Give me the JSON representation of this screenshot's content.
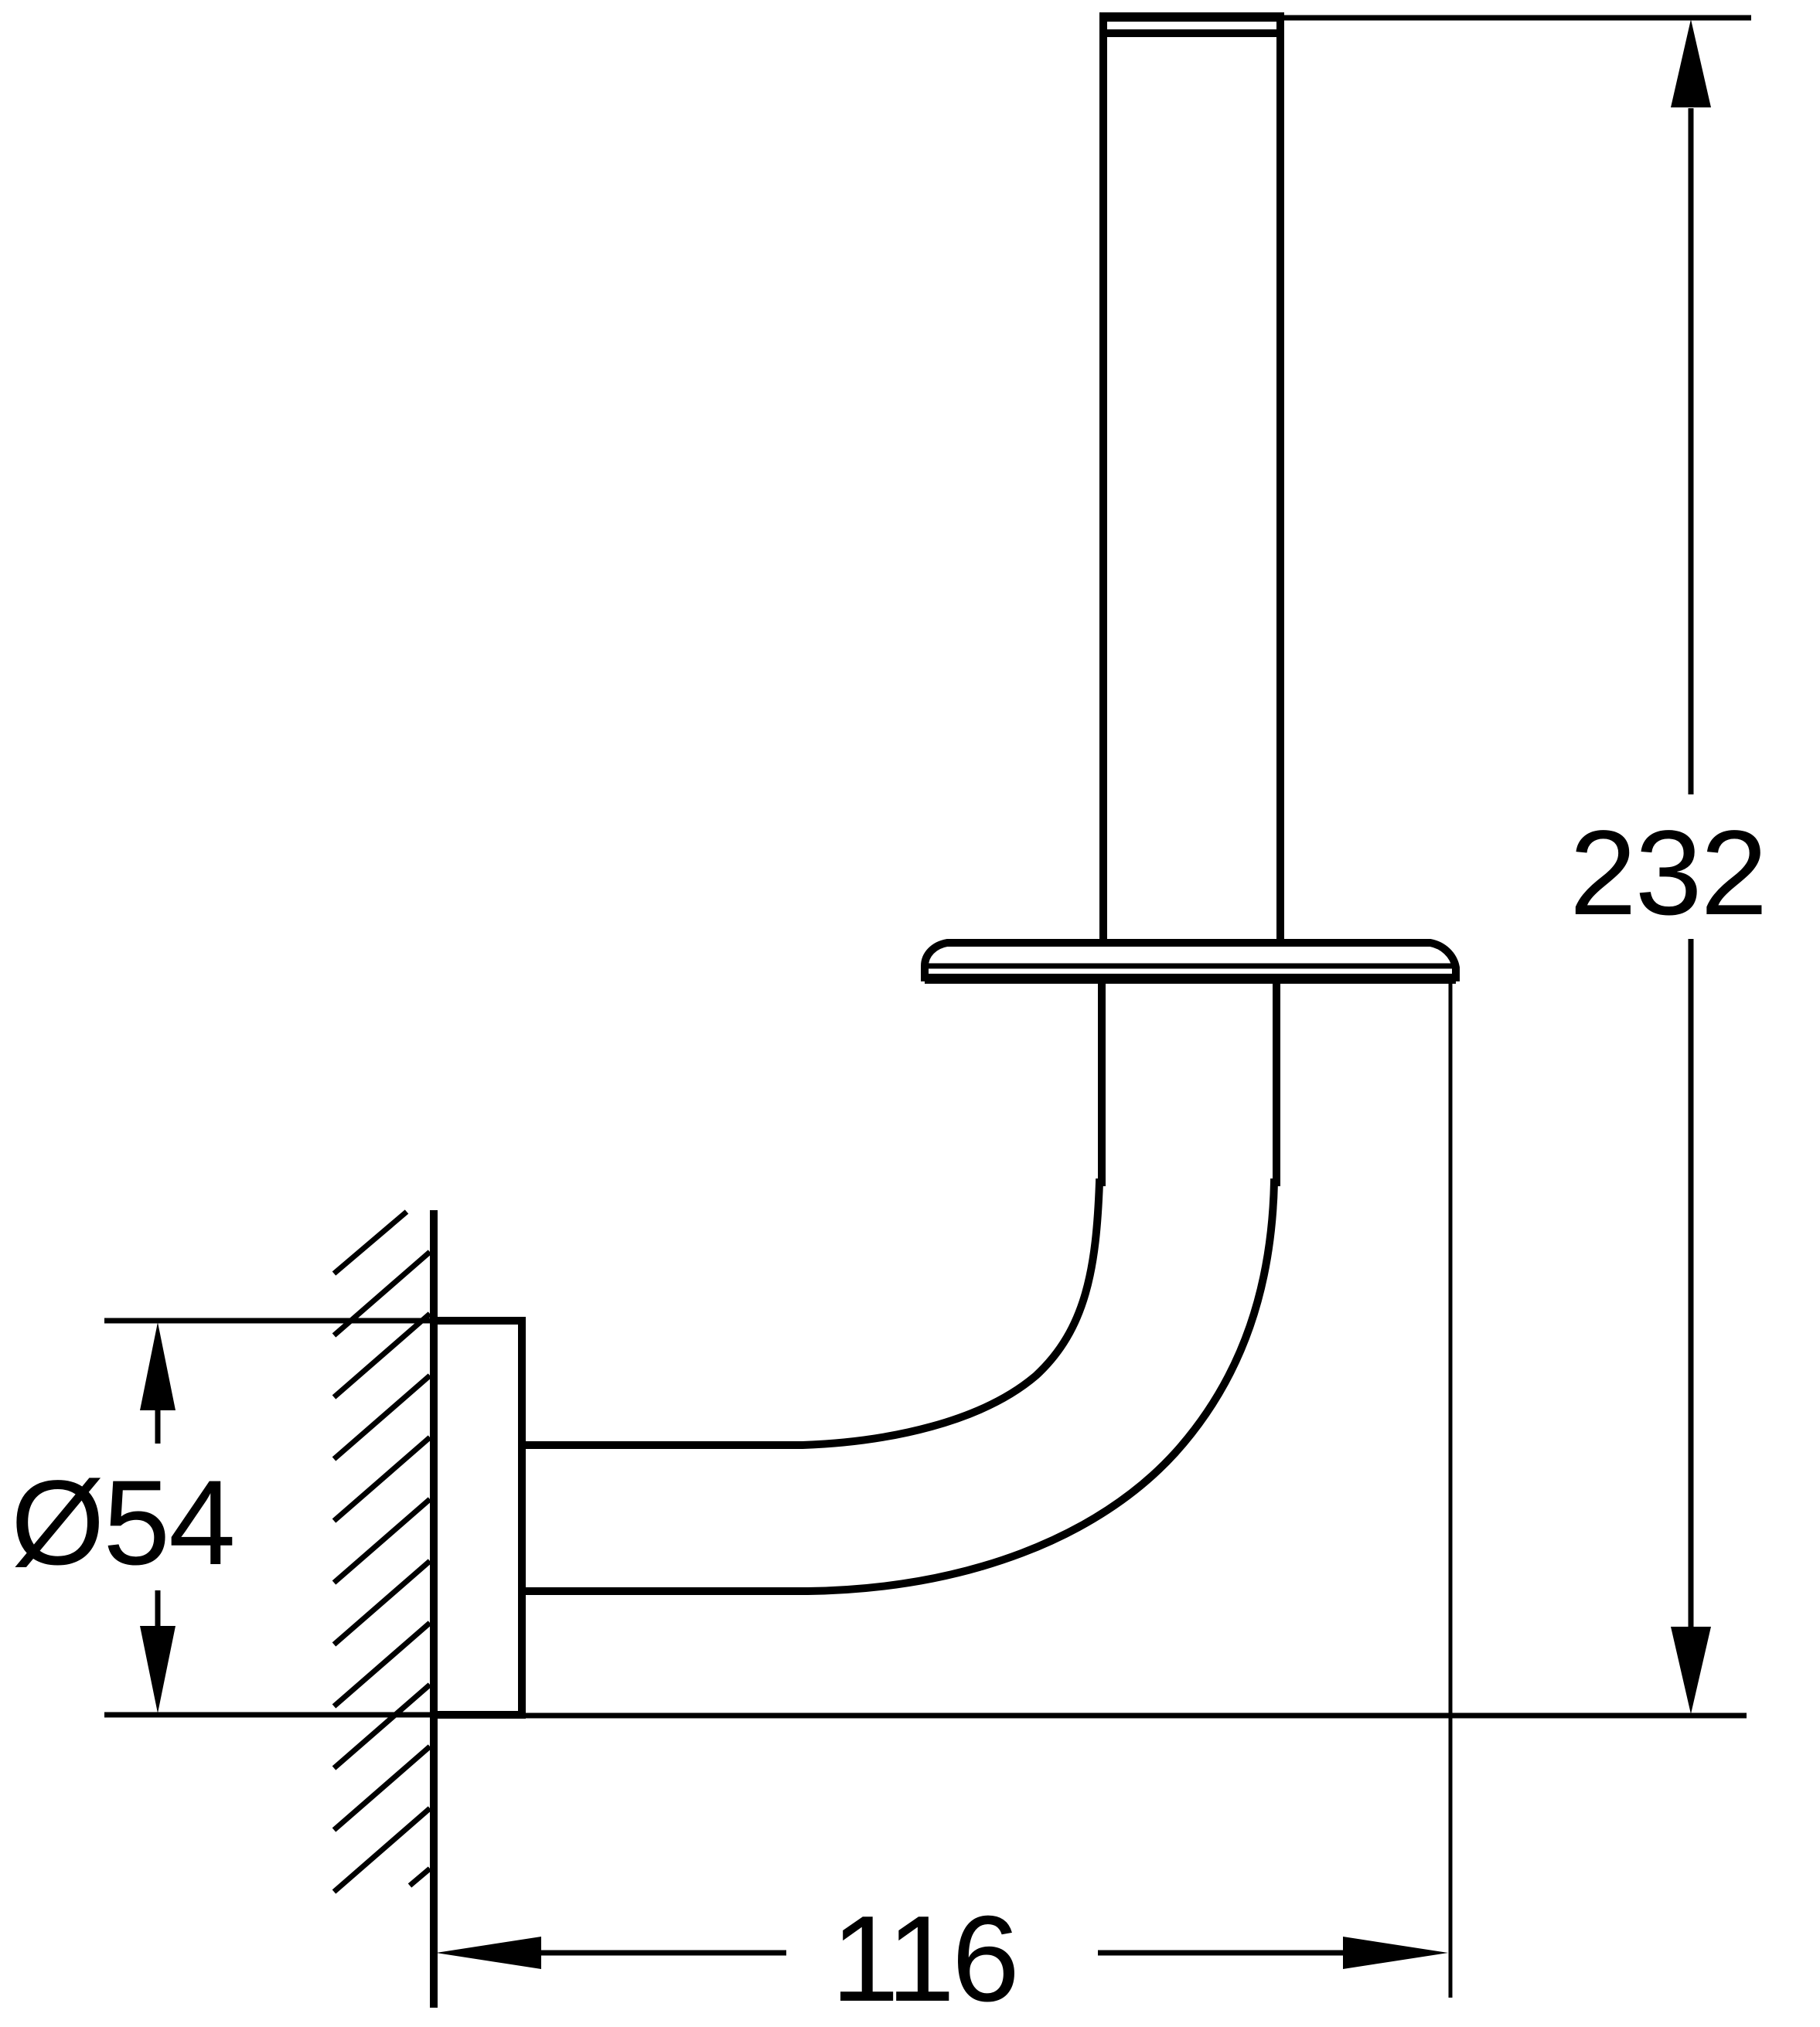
{
  "drawing": {
    "type": "technical-dimension-drawing",
    "subject": "wall-mounted spare toilet roll holder (side view)",
    "units": "mm",
    "line_color": "#000000",
    "background_color": "#ffffff"
  },
  "dimensions": {
    "height": {
      "label": "232",
      "value": 232,
      "orientation": "vertical"
    },
    "projection": {
      "label": "116",
      "value": 116,
      "orientation": "horizontal"
    },
    "rosette_diameter": {
      "label": "Ø54",
      "value": 54,
      "symbol": "Ø",
      "orientation": "vertical"
    }
  },
  "parts": [
    {
      "name": "wall",
      "label": ""
    },
    {
      "name": "rosette",
      "label": ""
    },
    {
      "name": "arm",
      "label": ""
    },
    {
      "name": "vertical-rod",
      "label": ""
    },
    {
      "name": "stopper-flange",
      "label": ""
    }
  ]
}
